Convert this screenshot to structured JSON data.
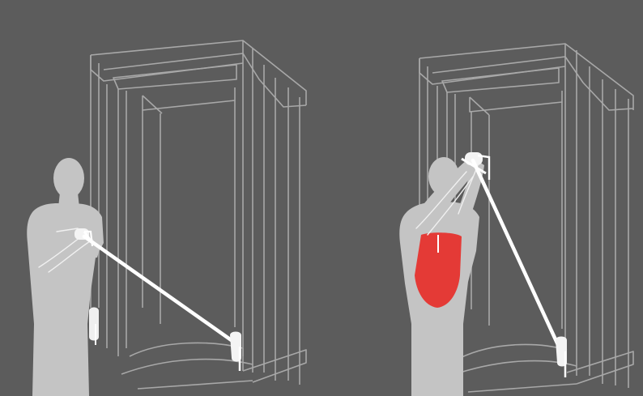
{
  "illustration": {
    "panels": [
      {
        "label": "",
        "phase": "start"
      },
      {
        "label": "",
        "phase": "finish"
      }
    ],
    "colors": {
      "background": "#5c5c5c",
      "body": "#c4c4c4",
      "rack_outline": "#a8a8a8",
      "cable": "#ffffff",
      "muscle_highlight": "#e43a36"
    },
    "highlighted_muscle": "abdominals"
  }
}
